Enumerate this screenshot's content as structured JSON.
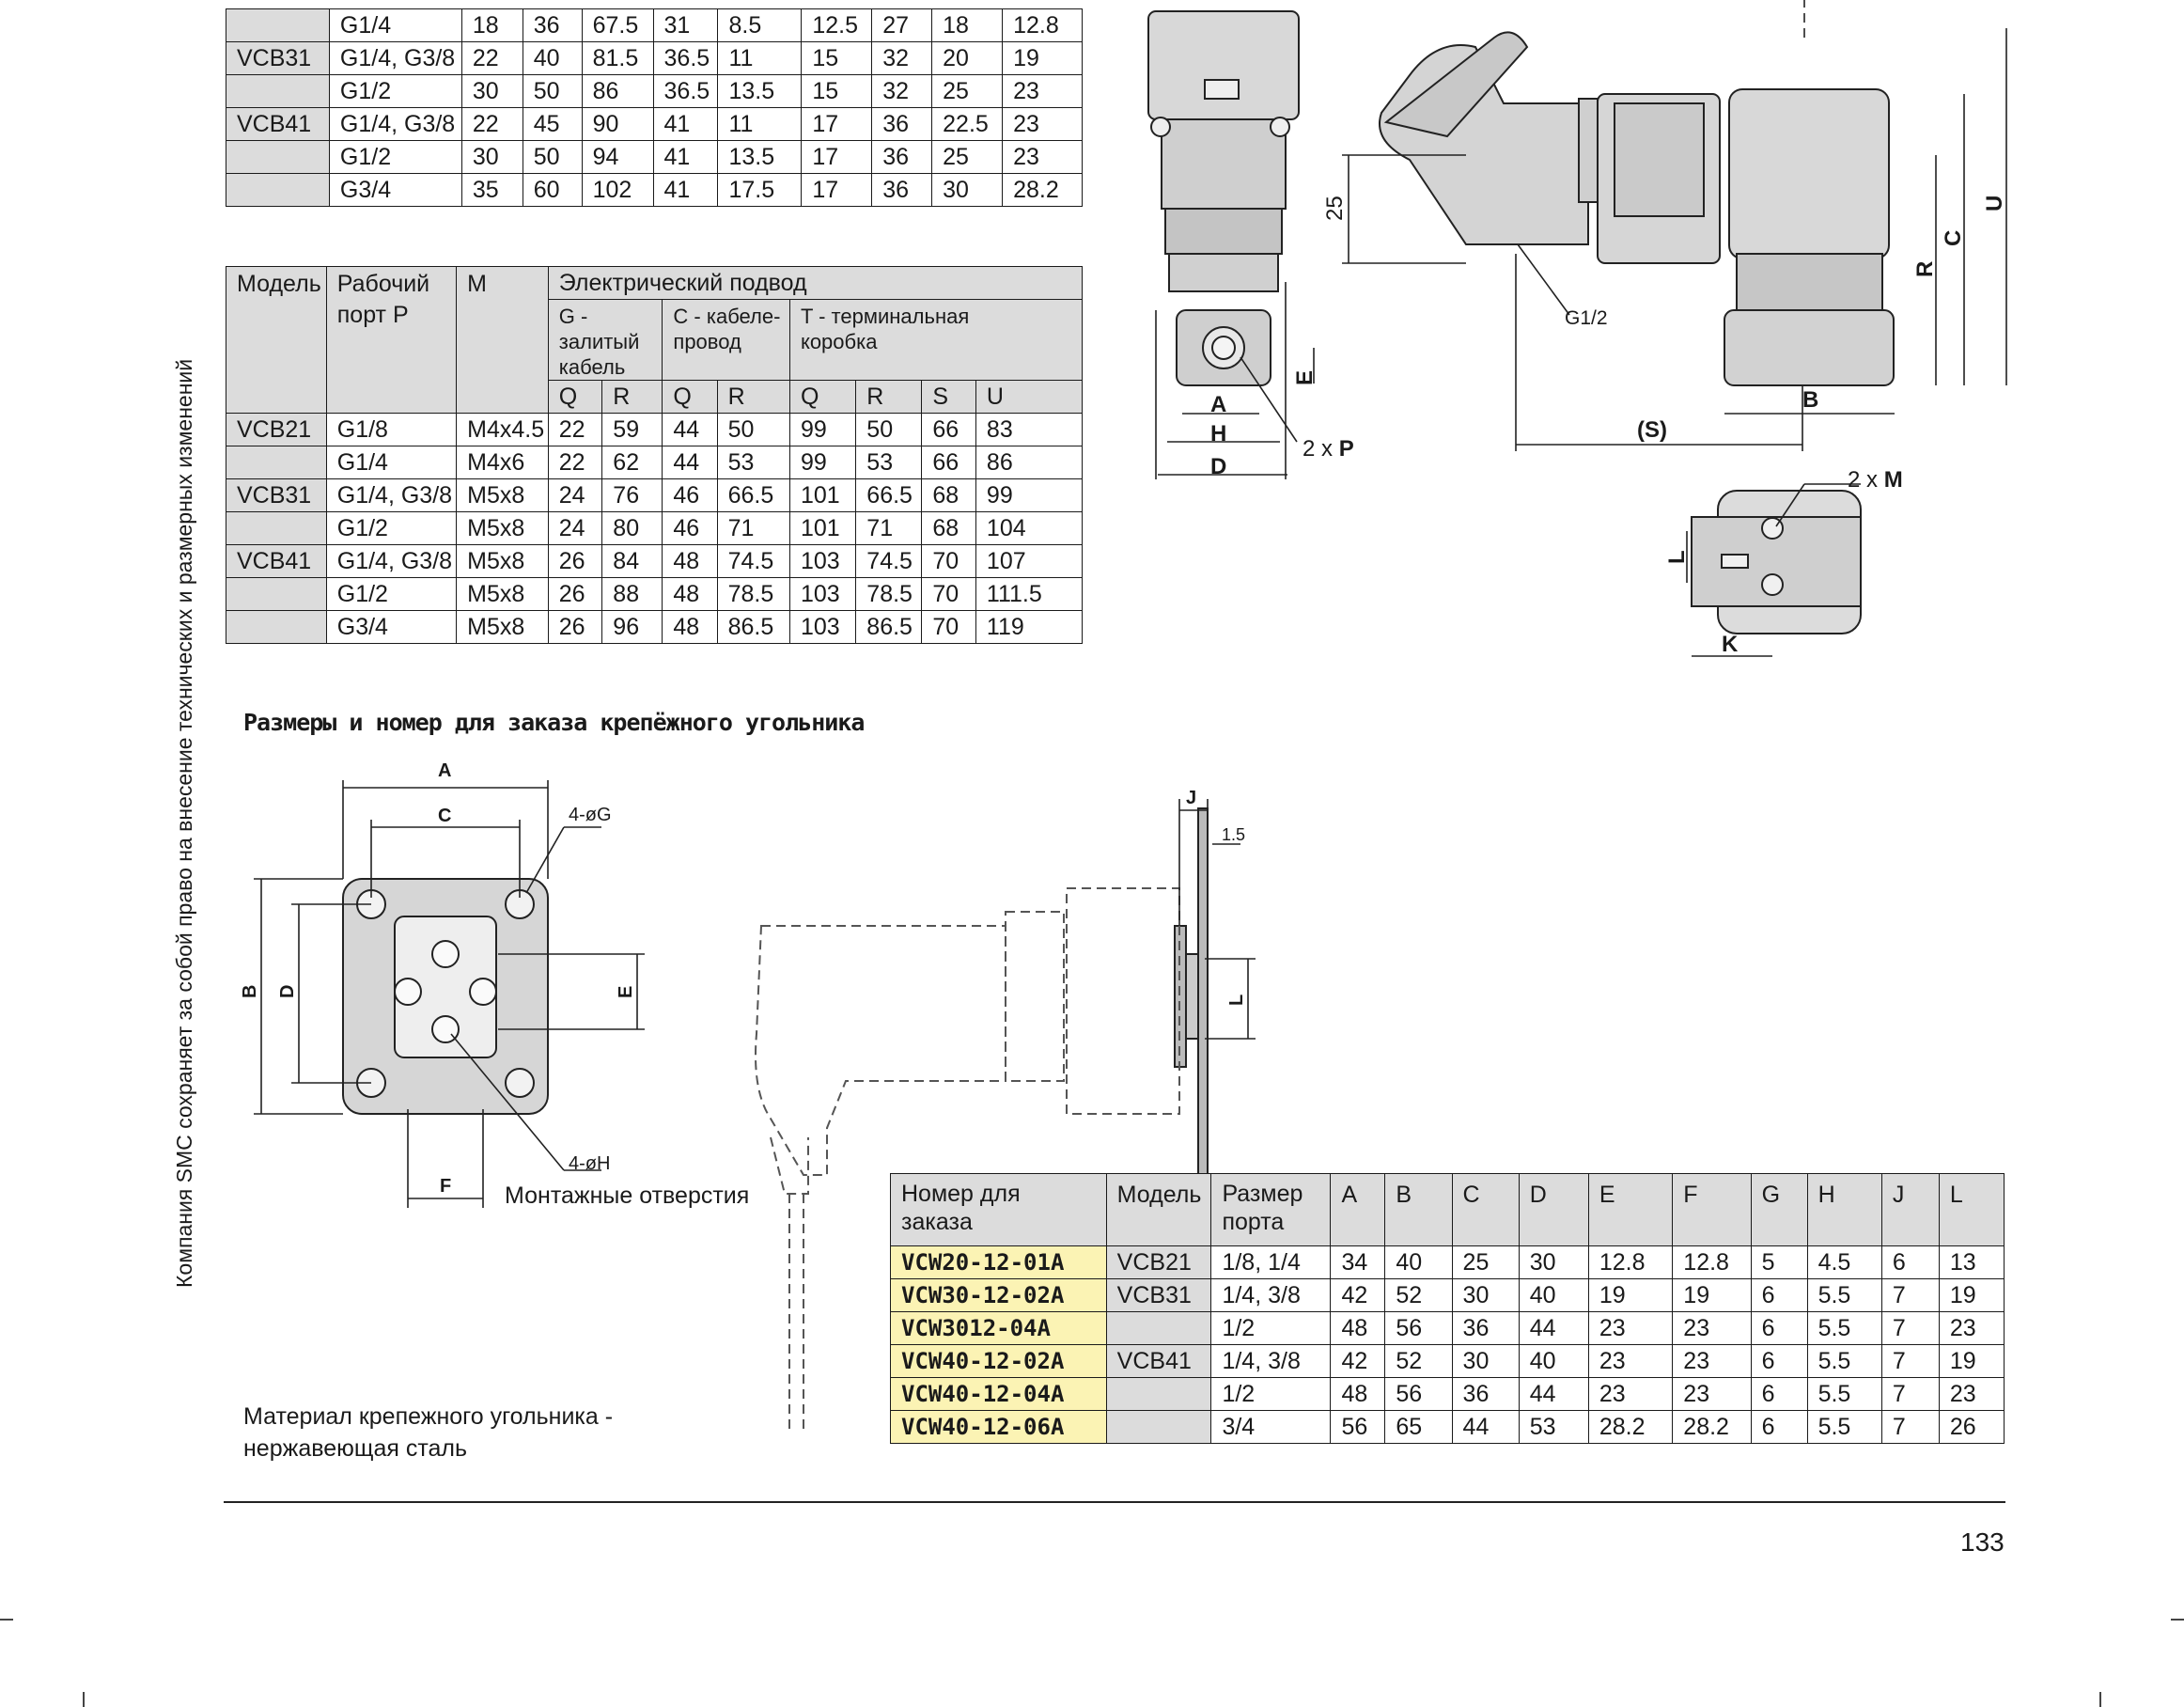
{
  "side_note": "Компания SMC сохраняет за собой право на внесение технических и размерных изменений",
  "table1": {
    "rows": [
      {
        "model": "",
        "port": "G1/4",
        "values": [
          "18",
          "36",
          "67.5",
          "31",
          "8.5",
          "12.5",
          "27",
          "18",
          "12.8"
        ]
      },
      {
        "model": "VCB31",
        "port": "G1/4, G3/8",
        "values": [
          "22",
          "40",
          "81.5",
          "36.5",
          "11",
          "15",
          "32",
          "20",
          "19"
        ]
      },
      {
        "model": "",
        "port": "G1/2",
        "values": [
          "30",
          "50",
          "86",
          "36.5",
          "13.5",
          "15",
          "32",
          "25",
          "23"
        ]
      },
      {
        "model": "VCB41",
        "port": "G1/4, G3/8",
        "values": [
          "22",
          "45",
          "90",
          "41",
          "11",
          "17",
          "36",
          "22.5",
          "23"
        ]
      },
      {
        "model": "",
        "port": "G1/2",
        "values": [
          "30",
          "50",
          "94",
          "41",
          "13.5",
          "17",
          "36",
          "25",
          "23"
        ]
      },
      {
        "model": "",
        "port": "G3/4",
        "values": [
          "35",
          "60",
          "102",
          "41",
          "17.5",
          "17",
          "36",
          "30",
          "28.2"
        ]
      }
    ]
  },
  "table2": {
    "h_model": "Модель",
    "h_port": "Рабочий порт P",
    "h_m": "M",
    "h_elec": "Электрический подвод",
    "h_g": "G - залитый кабель",
    "h_c": "C - кабеле-провод",
    "h_t": "T - терминальная коробка",
    "sub": [
      "Q",
      "R",
      "Q",
      "R",
      "Q",
      "R",
      "S",
      "U"
    ],
    "rows": [
      {
        "model": "VCB21",
        "port": "G1/8",
        "m": "M4x4.5",
        "values": [
          "22",
          "59",
          "44",
          "50",
          "99",
          "50",
          "66",
          "83"
        ]
      },
      {
        "model": "",
        "port": "G1/4",
        "m": "M4x6",
        "values": [
          "22",
          "62",
          "44",
          "53",
          "99",
          "53",
          "66",
          "86"
        ]
      },
      {
        "model": "VCB31",
        "port": "G1/4, G3/8",
        "m": "M5x8",
        "values": [
          "24",
          "76",
          "46",
          "66.5",
          "101",
          "66.5",
          "68",
          "99"
        ]
      },
      {
        "model": "",
        "port": "G1/2",
        "m": "M5x8",
        "values": [
          "24",
          "80",
          "46",
          "71",
          "101",
          "71",
          "68",
          "104"
        ]
      },
      {
        "model": "VCB41",
        "port": "G1/4, G3/8",
        "m": "M5x8",
        "values": [
          "26",
          "84",
          "48",
          "74.5",
          "103",
          "74.5",
          "70",
          "107"
        ]
      },
      {
        "model": "",
        "port": "G1/2",
        "m": "M5x8",
        "values": [
          "26",
          "88",
          "48",
          "78.5",
          "103",
          "78.5",
          "70",
          "111.5"
        ]
      },
      {
        "model": "",
        "port": "G3/4",
        "m": "M5x8",
        "values": [
          "26",
          "96",
          "48",
          "86.5",
          "103",
          "86.5",
          "70",
          "119"
        ]
      }
    ]
  },
  "valve_drawing": {
    "front": {
      "dim_a": "A",
      "dim_h": "H",
      "dim_d": "D",
      "dim_e": "E",
      "port_note_prefix": "2 x ",
      "port_note_letter": "P"
    },
    "side": {
      "dim_25": "25",
      "thread": "G1/2",
      "dim_s": "(S)",
      "dim_b": "B",
      "dim_r": "R",
      "dim_c": "C",
      "dim_u": "U"
    },
    "bottom": {
      "mount_note_prefix": "2 x ",
      "mount_note_letter": "M",
      "dim_l": "L",
      "dim_k": "K"
    }
  },
  "bracket_section": {
    "title": "Размеры и номер для заказа крепёжного угольника",
    "labels": {
      "a": "A",
      "c": "C",
      "g": "4-øG",
      "b": "B",
      "d": "D",
      "e": "E",
      "f": "F",
      "h": "4-øH",
      "j": "J",
      "t": "1.5",
      "l": "L"
    },
    "mounting_holes": "Монтажные отверстия",
    "material_line1": "Материал крепежного угольника -",
    "material_line2": "нержавеющая сталь"
  },
  "order_table": {
    "headers": {
      "part": "Номер для заказа",
      "model": "Модель",
      "port": "Размер порта",
      "cols": [
        "A",
        "B",
        "C",
        "D",
        "E",
        "F",
        "G",
        "H",
        "J",
        "L"
      ]
    },
    "rows": [
      {
        "part": "VCW20-12-01A",
        "model": "VCB21",
        "port": "1/8, 1/4",
        "values": [
          "34",
          "40",
          "25",
          "30",
          "12.8",
          "12.8",
          "5",
          "4.5",
          "6",
          "13"
        ]
      },
      {
        "part": "VCW30-12-02A",
        "model": "VCB31",
        "port": "1/4, 3/8",
        "values": [
          "42",
          "52",
          "30",
          "40",
          "19",
          "19",
          "6",
          "5.5",
          "7",
          "19"
        ]
      },
      {
        "part": "VCW3012-04A",
        "model": "",
        "port": "1/2",
        "values": [
          "48",
          "56",
          "36",
          "44",
          "23",
          "23",
          "6",
          "5.5",
          "7",
          "23"
        ]
      },
      {
        "part": "VCW40-12-02A",
        "model": "VCB41",
        "port": "1/4, 3/8",
        "values": [
          "42",
          "52",
          "30",
          "40",
          "23",
          "23",
          "6",
          "5.5",
          "7",
          "19"
        ]
      },
      {
        "part": "VCW40-12-04A",
        "model": "",
        "port": "1/2",
        "values": [
          "48",
          "56",
          "36",
          "44",
          "23",
          "23",
          "6",
          "5.5",
          "7",
          "23"
        ]
      },
      {
        "part": "VCW40-12-06A",
        "model": "",
        "port": "3/4",
        "values": [
          "56",
          "65",
          "44",
          "53",
          "28.2",
          "28.2",
          "6",
          "5.5",
          "7",
          "26"
        ]
      }
    ]
  },
  "page_number": "133"
}
